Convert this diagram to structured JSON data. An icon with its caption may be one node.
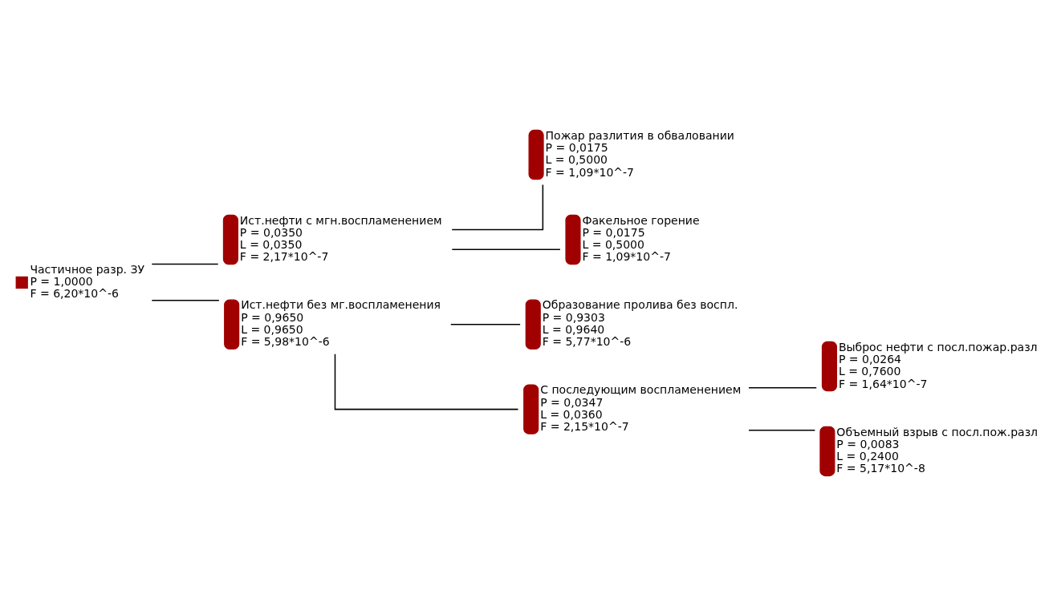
{
  "diagram": {
    "nodes": [
      {
        "text": [
          "Частичное разр. ЗУ",
          "P = 1,0000",
          "F = 6,20*10^-6"
        ]
      },
      {
        "text": [
          "Ист.нефти с мгн.воспламенением",
          "P = 0,0350",
          "L = 0,0350",
          "F = 2,17*10^-7"
        ]
      },
      {
        "text": [
          "Ист.нефти без мг.воспламенения",
          "P = 0,9650",
          "L = 0,9650",
          "F = 5,98*10^-6"
        ]
      },
      {
        "text": [
          "Пожар разлития в обваловании",
          "P = 0,0175",
          "L = 0,5000",
          "F = 1,09*10^-7"
        ]
      },
      {
        "text": [
          "Факельное горение",
          "P = 0,0175",
          "L = 0,5000",
          "F = 1,09*10^-7"
        ]
      },
      {
        "text": [
          "Образование пролива без воспл.",
          "P = 0,9303",
          "L = 0,9640",
          "F = 5,77*10^-6"
        ]
      },
      {
        "text": [
          "С последующим воспламенением",
          "P = 0,0347",
          "L = 0,0360",
          "F = 2,15*10^-7"
        ]
      },
      {
        "text": [
          "Выброс нефти с посл.пожар.разл",
          "P = 0,0264",
          "L = 0,7600",
          "F = 1,64*10^-7"
        ]
      },
      {
        "text": [
          "Объемный взрыв с посл.пож.разл",
          "P = 0,0083",
          "L = 0,2400",
          "F = 5,17*10^-8"
        ]
      }
    ],
    "edges": [
      {
        "from": 0,
        "to": 1,
        "arrow": "none"
      },
      {
        "from": 0,
        "to": 2,
        "arrow": "none"
      },
      {
        "from": 1,
        "to": 3,
        "arrow": "none"
      },
      {
        "from": 1,
        "to": 4,
        "arrow": "none"
      },
      {
        "from": 2,
        "to": 5,
        "arrow": "none"
      },
      {
        "from": 2,
        "to": 6,
        "arrow": "none"
      },
      {
        "from": 6,
        "to": 7,
        "arrow": "none"
      },
      {
        "from": 6,
        "to": 8,
        "arrow": "none"
      }
    ]
  }
}
